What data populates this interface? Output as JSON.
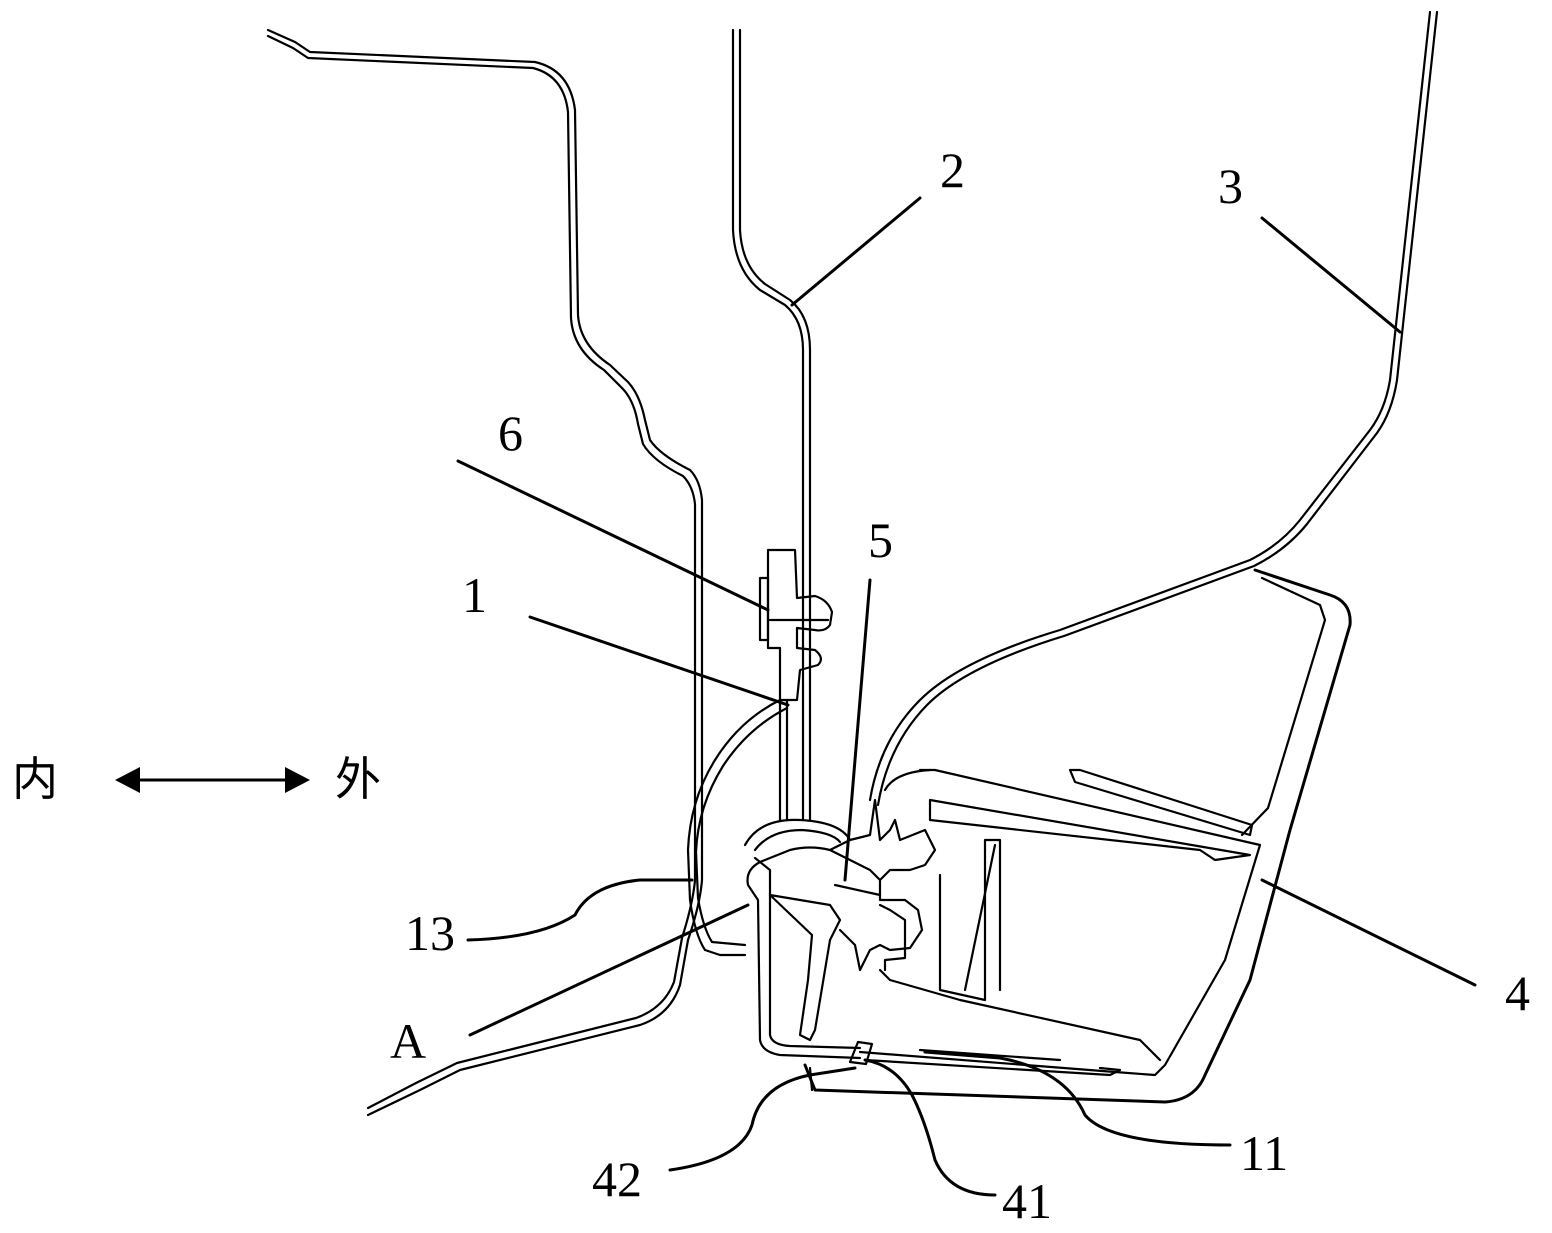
{
  "labels": {
    "l1": "1",
    "l2": "2",
    "l3": "3",
    "l4": "4",
    "l5": "5",
    "l6": "6",
    "lA": "A",
    "l11": "11",
    "l13": "13",
    "l41": "41",
    "l42": "42"
  },
  "direction": {
    "inner": "内",
    "outer": "外"
  },
  "colors": {
    "stroke": "#000000",
    "background": "#ffffff"
  }
}
